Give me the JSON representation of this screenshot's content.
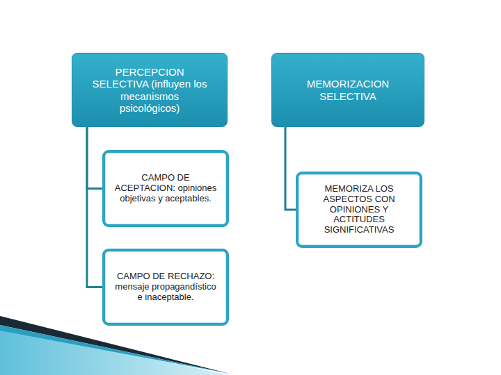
{
  "diagram": {
    "nodes": [
      {
        "text": [
          "PERCEPCION SELECTIVA (influyen los mecanismos psicológicos)"
        ]
      },
      {
        "text": [
          "CAMPO DE ACEPTACION: opiniones objetivas y aceptables."
        ]
      },
      {
        "text": [
          "CAMPO DE RECHAZO: mensaje propagandístico e inaceptable."
        ]
      },
      {
        "text": [
          "MEMORIZACION SELECTIVA"
        ]
      },
      {
        "text": [
          "MEMORIZA LOS ASPECTOS CON OPINIONES Y ACTITUDES SIGNIFICATIVAS"
        ]
      }
    ],
    "edges": [
      {
        "from": 0,
        "to": 1,
        "arrow": "none"
      },
      {
        "from": 0,
        "to": 2,
        "arrow": "none"
      },
      {
        "from": 3,
        "to": 4,
        "arrow": "none"
      }
    ]
  }
}
